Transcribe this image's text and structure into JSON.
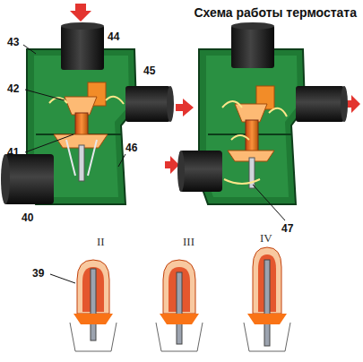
{
  "diagram": {
    "title": "Схема работы термостата",
    "labels": [
      "43",
      "44",
      "45",
      "42",
      "41",
      "40",
      "46",
      "47",
      "II",
      "III",
      "IV",
      "39"
    ]
  }
}
